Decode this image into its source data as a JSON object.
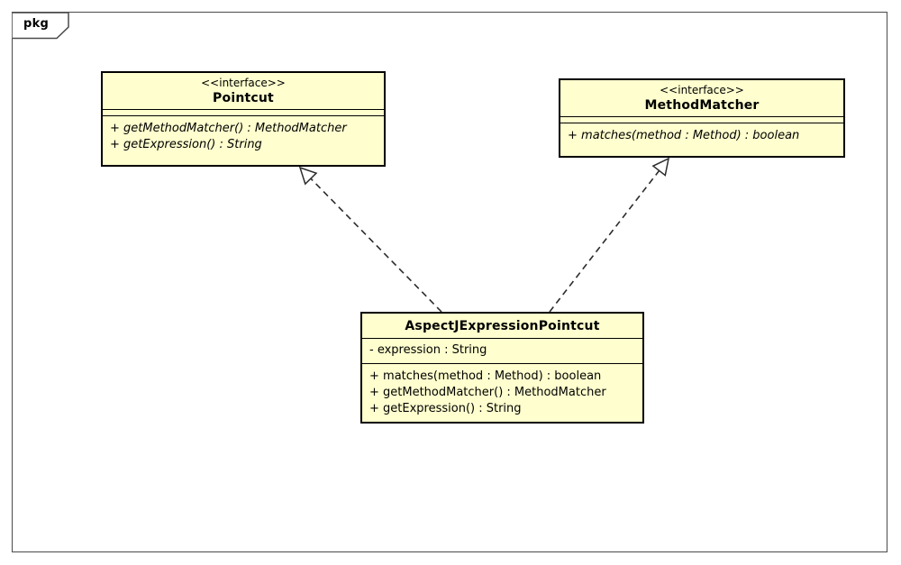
{
  "package": {
    "label": "pkg"
  },
  "colors": {
    "class_fill": "#FEFECE",
    "class_border": "#000000",
    "frame_border": "#4a4a4a",
    "background": "#ffffff",
    "edge": "#2b2b2b"
  },
  "classes": [
    {
      "id": "pointcut",
      "stereotype": "<<interface>>",
      "name": "Pointcut",
      "attributes": [],
      "operations": [
        "+ getMethodMatcher() : MethodMatcher",
        "+ getExpression() : String"
      ],
      "members_italic": true
    },
    {
      "id": "methodmatcher",
      "stereotype": "<<interface>>",
      "name": "MethodMatcher",
      "attributes": [],
      "operations": [
        "+ matches(method : Method) : boolean"
      ],
      "members_italic": true
    },
    {
      "id": "aspectj-expression-pointcut",
      "stereotype": "",
      "name": "AspectJExpressionPointcut",
      "attributes": [
        "- expression : String"
      ],
      "operations": [
        "+ matches(method : Method) : boolean",
        "+ getMethodMatcher() : MethodMatcher",
        "+ getExpression() : String"
      ],
      "members_italic": false
    }
  ],
  "relations": [
    {
      "type": "realization",
      "from": "AspectJExpressionPointcut",
      "to": "Pointcut",
      "line_style": "dashed",
      "arrowhead": "hollow-triangle"
    },
    {
      "type": "realization",
      "from": "AspectJExpressionPointcut",
      "to": "MethodMatcher",
      "line_style": "dashed",
      "arrowhead": "hollow-triangle"
    }
  ]
}
